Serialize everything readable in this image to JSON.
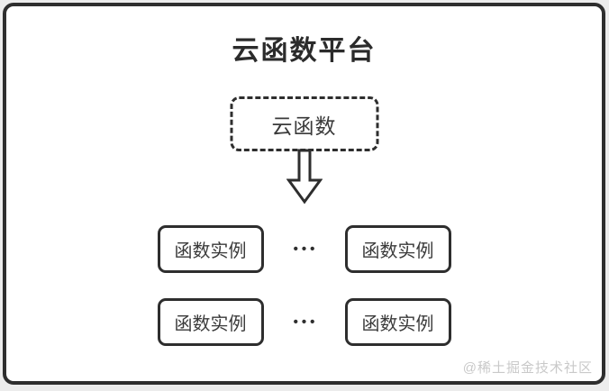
{
  "diagram": {
    "title": "云函数平台",
    "cloud_function": {
      "label": "云函数"
    },
    "instance_rows": [
      {
        "left": "函数实例",
        "separator": "•••",
        "right": "函数实例"
      },
      {
        "left": "函数实例",
        "separator": "•••",
        "right": "函数实例"
      }
    ],
    "watermark": "@稀土掘金技术社区",
    "icons": {
      "arrow": "down-arrow"
    },
    "colors": {
      "border": "#2e2e2e",
      "title_text": "#2b2b2b",
      "node_text": "#3a3a3a",
      "watermark_text": "#c9c9c9",
      "card_background": "#ffffff",
      "page_background": "#ececec"
    }
  }
}
